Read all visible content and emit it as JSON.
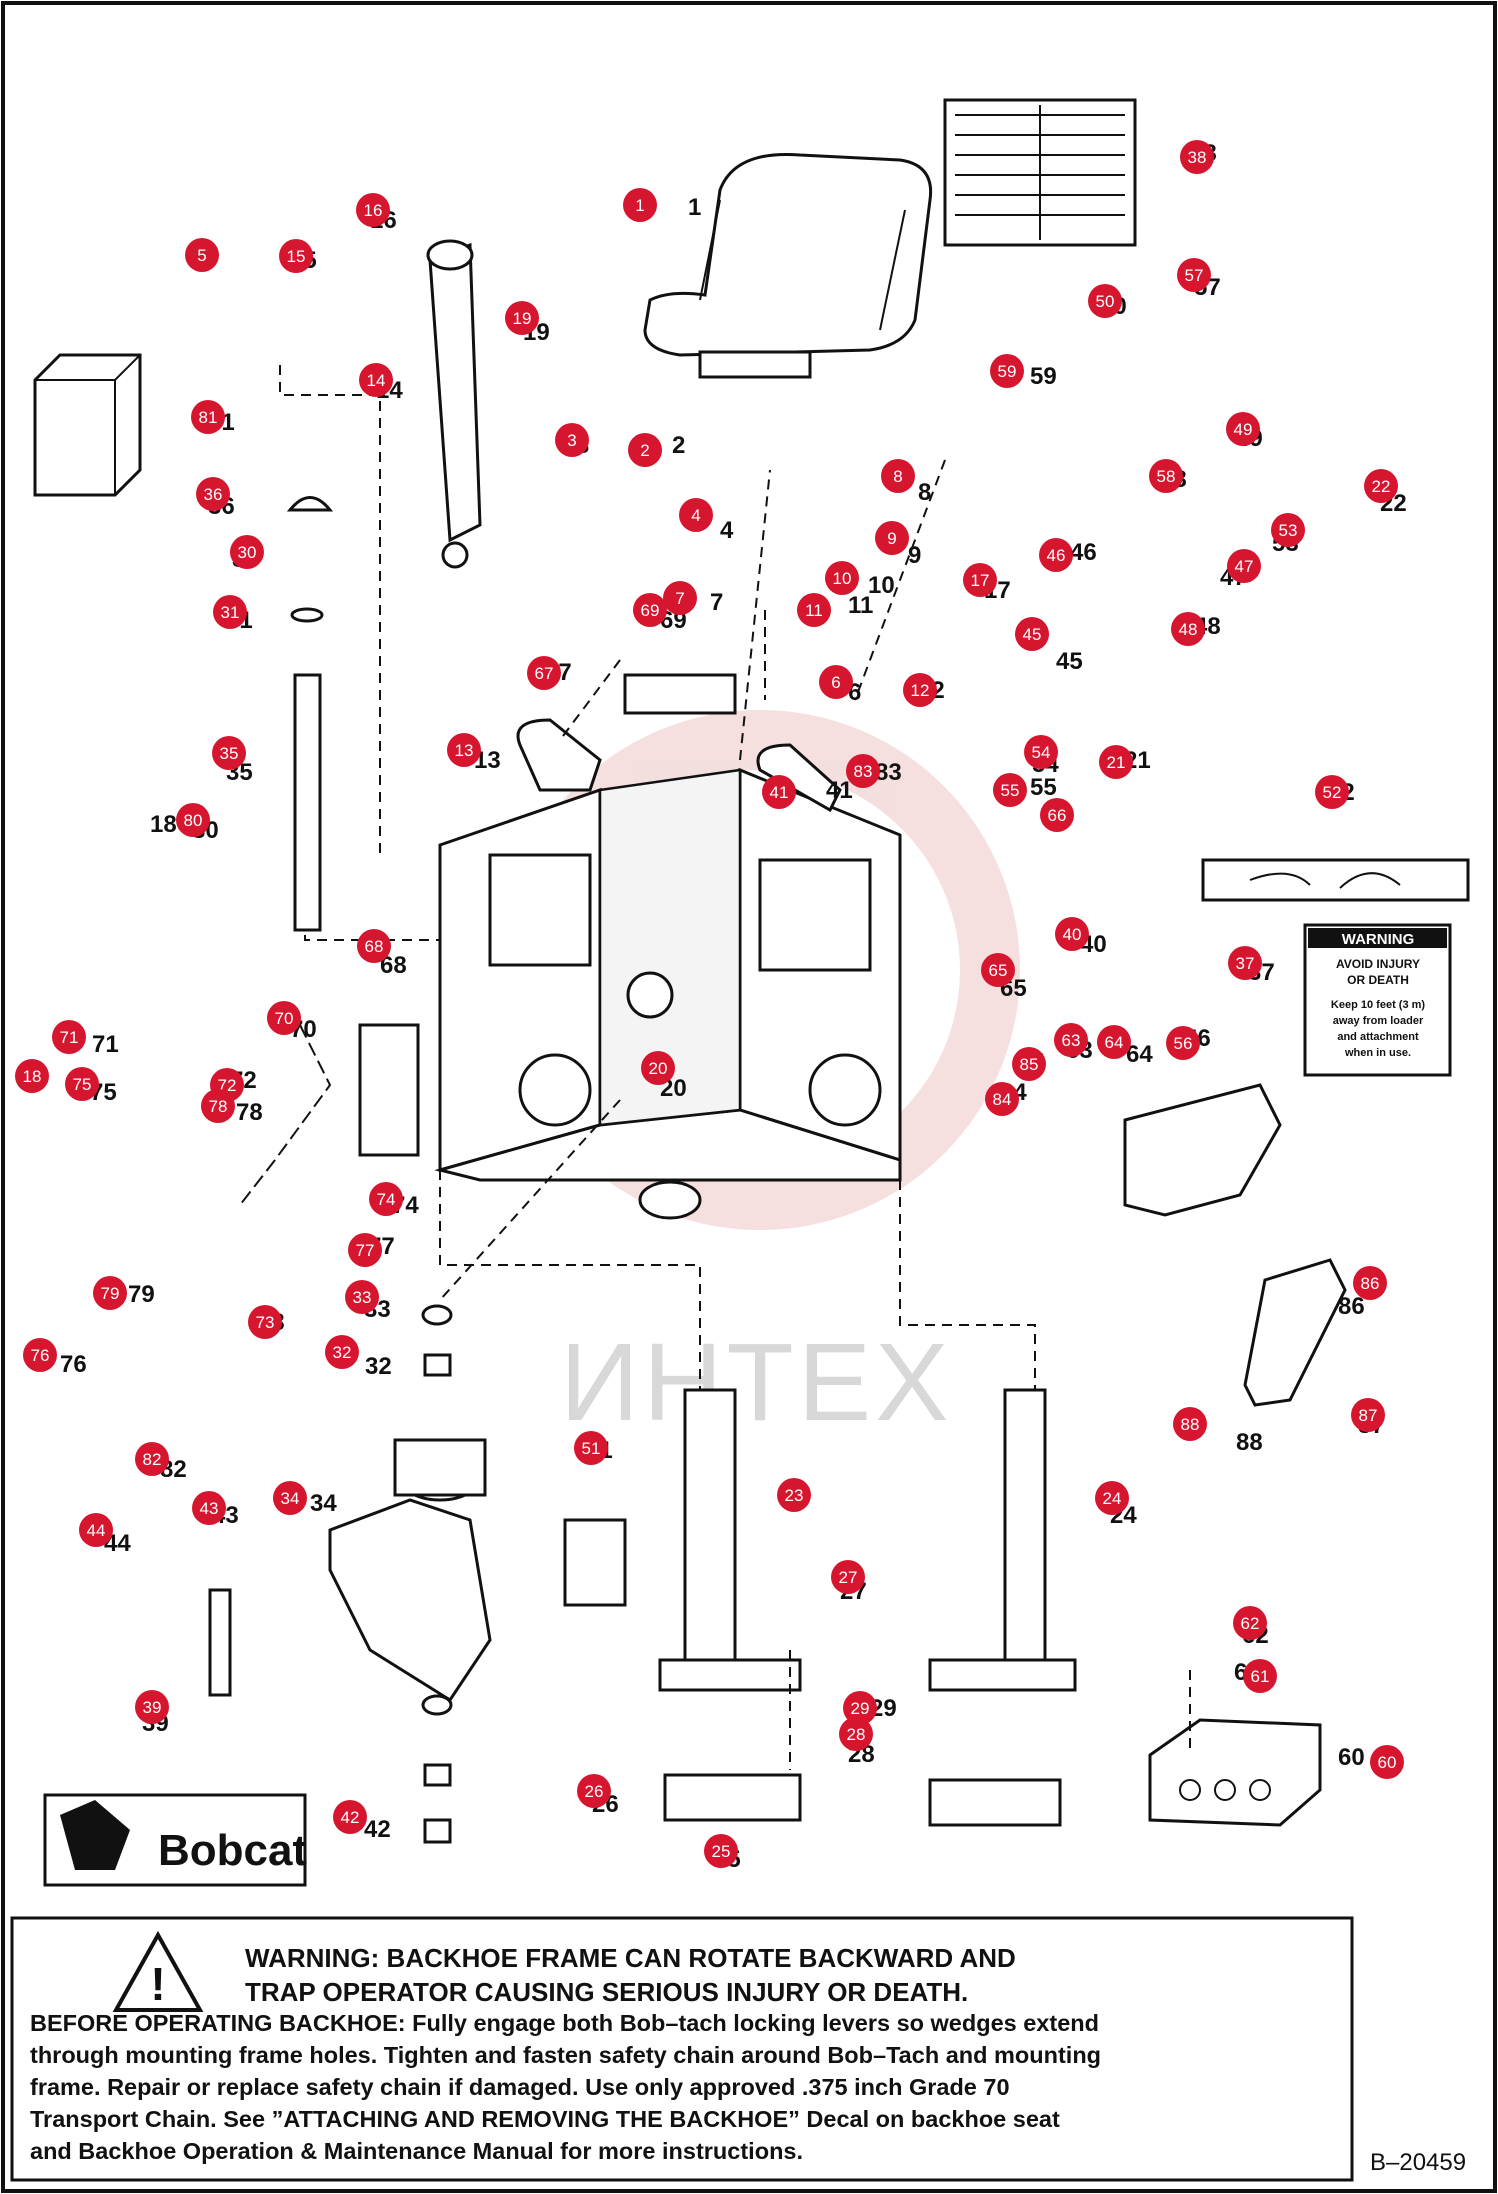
{
  "diagram": {
    "ref_code": "B–20459",
    "watermark": "ИНТЕХ",
    "logo_text": "Bobcat",
    "warning": {
      "line1": "WARNING:  BACKHOE FRAME CAN ROTATE BACKWARD AND",
      "line2": "TRAP OPERATOR CAUSING SERIOUS INJURY OR DEATH.",
      "body": [
        "BEFORE OPERATING BACKHOE:  Fully engage both Bob–tach locking levers so wedges extend",
        "through mounting frame holes. Tighten and fasten safety chain around Bob–Tach and mounting",
        "frame.  Repair or replace safety chain if damaged.  Use only approved .375 inch Grade 70",
        "Transport Chain.  See ”ATTACHING AND REMOVING THE BACKHOE” Decal on backhoe seat",
        "and Backhoe Operation & Maintenance Manual for more instructions."
      ]
    },
    "decal37": {
      "title": "WARNING",
      "lines": [
        "AVOID INJURY",
        "OR DEATH",
        "Keep 10 feet (3 m)",
        "away from loader",
        "and attachment",
        "when in use."
      ]
    },
    "parts": [
      {
        "n": "1",
        "label": "1"
      },
      {
        "n": "2",
        "label": "2"
      },
      {
        "n": "3",
        "label": "3"
      },
      {
        "n": "4",
        "label": "4"
      },
      {
        "n": "5",
        "label": "5"
      },
      {
        "n": "6",
        "label": "6"
      },
      {
        "n": "7",
        "label": "7"
      },
      {
        "n": "8",
        "label": "8"
      },
      {
        "n": "9",
        "label": "9"
      },
      {
        "n": "10",
        "label": "10"
      },
      {
        "n": "11",
        "label": "11"
      },
      {
        "n": "12",
        "label": "12"
      },
      {
        "n": "13",
        "label": "13"
      },
      {
        "n": "14",
        "label": "14"
      },
      {
        "n": "15",
        "label": "15"
      },
      {
        "n": "16",
        "label": "16"
      },
      {
        "n": "17",
        "label": "17"
      },
      {
        "n": "18",
        "label": "18"
      },
      {
        "n": "19",
        "label": "19"
      },
      {
        "n": "20",
        "label": "20"
      },
      {
        "n": "21",
        "label": "21"
      },
      {
        "n": "22",
        "label": "22"
      },
      {
        "n": "23",
        "label": "23"
      },
      {
        "n": "24",
        "label": "24"
      },
      {
        "n": "25",
        "label": "25"
      },
      {
        "n": "26",
        "label": "26"
      },
      {
        "n": "27",
        "label": "27"
      },
      {
        "n": "28",
        "label": "28"
      },
      {
        "n": "29",
        "label": "29"
      },
      {
        "n": "30",
        "label": "30"
      },
      {
        "n": "31",
        "label": "31"
      },
      {
        "n": "32",
        "label": "32"
      },
      {
        "n": "33",
        "label": "33"
      },
      {
        "n": "34",
        "label": "34"
      },
      {
        "n": "35",
        "label": "35"
      },
      {
        "n": "36",
        "label": "36"
      },
      {
        "n": "37",
        "label": "37"
      },
      {
        "n": "38",
        "label": "38"
      },
      {
        "n": "39",
        "label": "39"
      },
      {
        "n": "40",
        "label": "40"
      },
      {
        "n": "41",
        "label": "41"
      },
      {
        "n": "42",
        "label": "42"
      },
      {
        "n": "43",
        "label": "43"
      },
      {
        "n": "44",
        "label": "44"
      },
      {
        "n": "45",
        "label": "45"
      },
      {
        "n": "46",
        "label": "46"
      },
      {
        "n": "47",
        "label": "47"
      },
      {
        "n": "48",
        "label": "48"
      },
      {
        "n": "49",
        "label": "49"
      },
      {
        "n": "50",
        "label": "50"
      },
      {
        "n": "51",
        "label": "51"
      },
      {
        "n": "52",
        "label": "52"
      },
      {
        "n": "53",
        "label": "53"
      },
      {
        "n": "54",
        "label": "54"
      },
      {
        "n": "55",
        "label": "55"
      },
      {
        "n": "56",
        "label": "56"
      },
      {
        "n": "57",
        "label": "57"
      },
      {
        "n": "58",
        "label": "58"
      },
      {
        "n": "59",
        "label": "59"
      },
      {
        "n": "60",
        "label": "60"
      },
      {
        "n": "61",
        "label": "61"
      },
      {
        "n": "62",
        "label": "62"
      },
      {
        "n": "63",
        "label": "63"
      },
      {
        "n": "64",
        "label": "64"
      },
      {
        "n": "65",
        "label": "65"
      },
      {
        "n": "67",
        "label": "67"
      },
      {
        "n": "68",
        "label": "68"
      },
      {
        "n": "69",
        "label": "69"
      },
      {
        "n": "70",
        "label": "70"
      },
      {
        "n": "71",
        "label": "71"
      },
      {
        "n": "72",
        "label": "72"
      },
      {
        "n": "73",
        "label": "73"
      },
      {
        "n": "74",
        "label": "74"
      },
      {
        "n": "75",
        "label": "75"
      },
      {
        "n": "76",
        "label": "76"
      },
      {
        "n": "77",
        "label": "77"
      },
      {
        "n": "78",
        "label": "78"
      },
      {
        "n": "79",
        "label": "79"
      },
      {
        "n": "80",
        "label": "80"
      },
      {
        "n": "81",
        "label": "81"
      },
      {
        "n": "82",
        "label": "82"
      },
      {
        "n": "83",
        "label": "83"
      },
      {
        "n": "84",
        "label": "84"
      },
      {
        "n": "85",
        "label": "85"
      },
      {
        "n": "86",
        "label": "86"
      },
      {
        "n": "87",
        "label": "87"
      },
      {
        "n": "88",
        "label": "88"
      }
    ],
    "callouts": [
      "1",
      "2",
      "3",
      "4",
      "5",
      "6",
      "7",
      "8",
      "9",
      "10",
      "11",
      "12",
      "13",
      "14",
      "15",
      "16",
      "17",
      "18",
      "19",
      "20",
      "21",
      "22",
      "23",
      "24",
      "25",
      "26",
      "27",
      "28",
      "29",
      "30",
      "31",
      "32",
      "33",
      "34",
      "35",
      "36",
      "37",
      "38",
      "39",
      "40",
      "41",
      "42",
      "43",
      "44",
      "45",
      "46",
      "47",
      "48",
      "49",
      "50",
      "51",
      "52",
      "53",
      "54",
      "55",
      "56",
      "57",
      "58",
      "59",
      "60",
      "61",
      "62",
      "63",
      "64",
      "65",
      "66",
      "67",
      "68",
      "69",
      "70",
      "71",
      "72",
      "73",
      "74",
      "75",
      "76",
      "77",
      "78",
      "79",
      "80",
      "81",
      "82",
      "83",
      "84",
      "85",
      "86",
      "87",
      "88"
    ],
    "colors": {
      "callout": "#d6162f",
      "line": "#111111",
      "watermark": "#e8b9b9"
    }
  }
}
